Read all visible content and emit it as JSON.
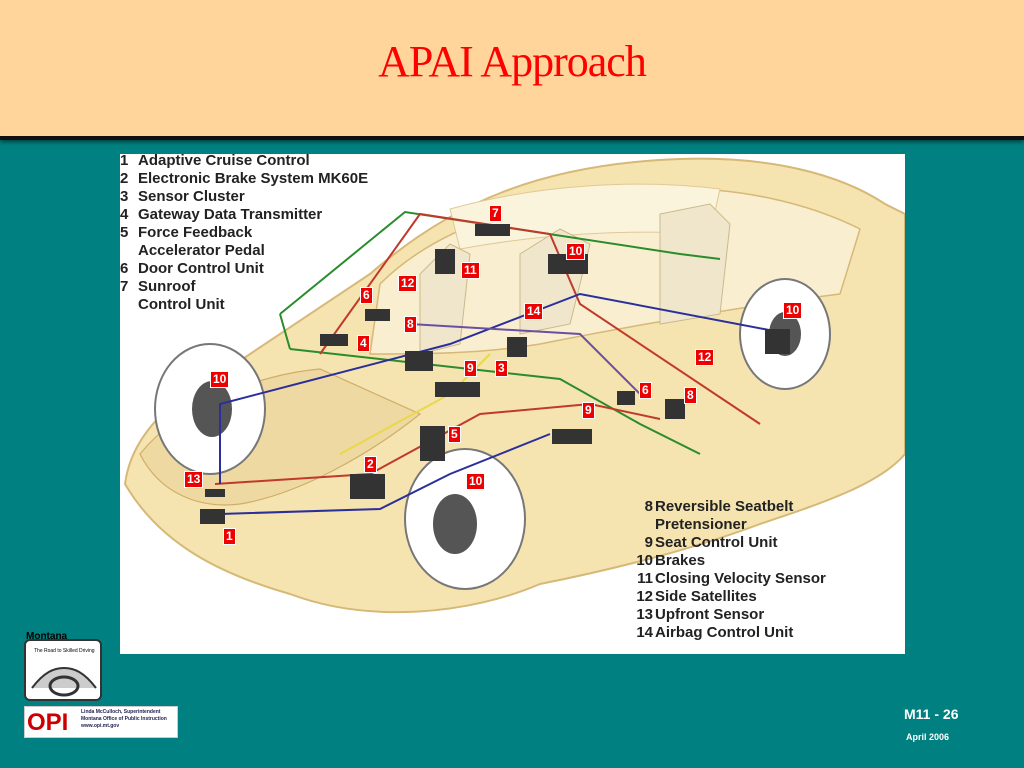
{
  "title": "APAI Approach",
  "legend_left": [
    {
      "num": "1",
      "label": "Adaptive Cruise Control"
    },
    {
      "num": "2",
      "label": "Electronic Brake System MK60E"
    },
    {
      "num": "3",
      "label": "Sensor Cluster"
    },
    {
      "num": "4",
      "label": "Gateway Data Transmitter"
    },
    {
      "num": "5",
      "label": "Force Feedback"
    },
    {
      "num": "",
      "label": "Accelerator Pedal"
    },
    {
      "num": "6",
      "label": "Door Control Unit"
    },
    {
      "num": "7",
      "label": "Sunroof"
    },
    {
      "num": "",
      "label": "Control Unit"
    }
  ],
  "legend_right": [
    {
      "num": "8",
      "label": "Reversible Seatbelt"
    },
    {
      "num": "",
      "label": "Pretensioner"
    },
    {
      "num": "9",
      "label": "Seat Control Unit"
    },
    {
      "num": "10",
      "label": "Brakes"
    },
    {
      "num": "11",
      "label": "Closing Velocity Sensor"
    },
    {
      "num": "12",
      "label": "Side Satellites"
    },
    {
      "num": "13",
      "label": "Upfront Sensor"
    },
    {
      "num": "14",
      "label": "Airbag Control Unit"
    }
  ],
  "callouts": [
    "7",
    "10",
    "11",
    "12",
    "6",
    "8",
    "14",
    "4",
    "9",
    "3",
    "10",
    "10",
    "12",
    "6",
    "8",
    "9",
    "5",
    "2",
    "10",
    "13",
    "1"
  ],
  "logo": {
    "state": "Montana",
    "tagline": "The Road to Skilled Driving"
  },
  "opi": {
    "abbr": "OPI",
    "line1": "Linda McCulloch, Superintendent",
    "line2": "Montana Office of Public Instruction",
    "line3": "www.opi.mt.gov"
  },
  "footer": {
    "slide_number": "M11 -  26",
    "date": "April 2006"
  },
  "colors": {
    "header_bg": "#ffd59b",
    "slide_bg": "#008080",
    "title": "#ff0000",
    "callout": "#e00000"
  }
}
